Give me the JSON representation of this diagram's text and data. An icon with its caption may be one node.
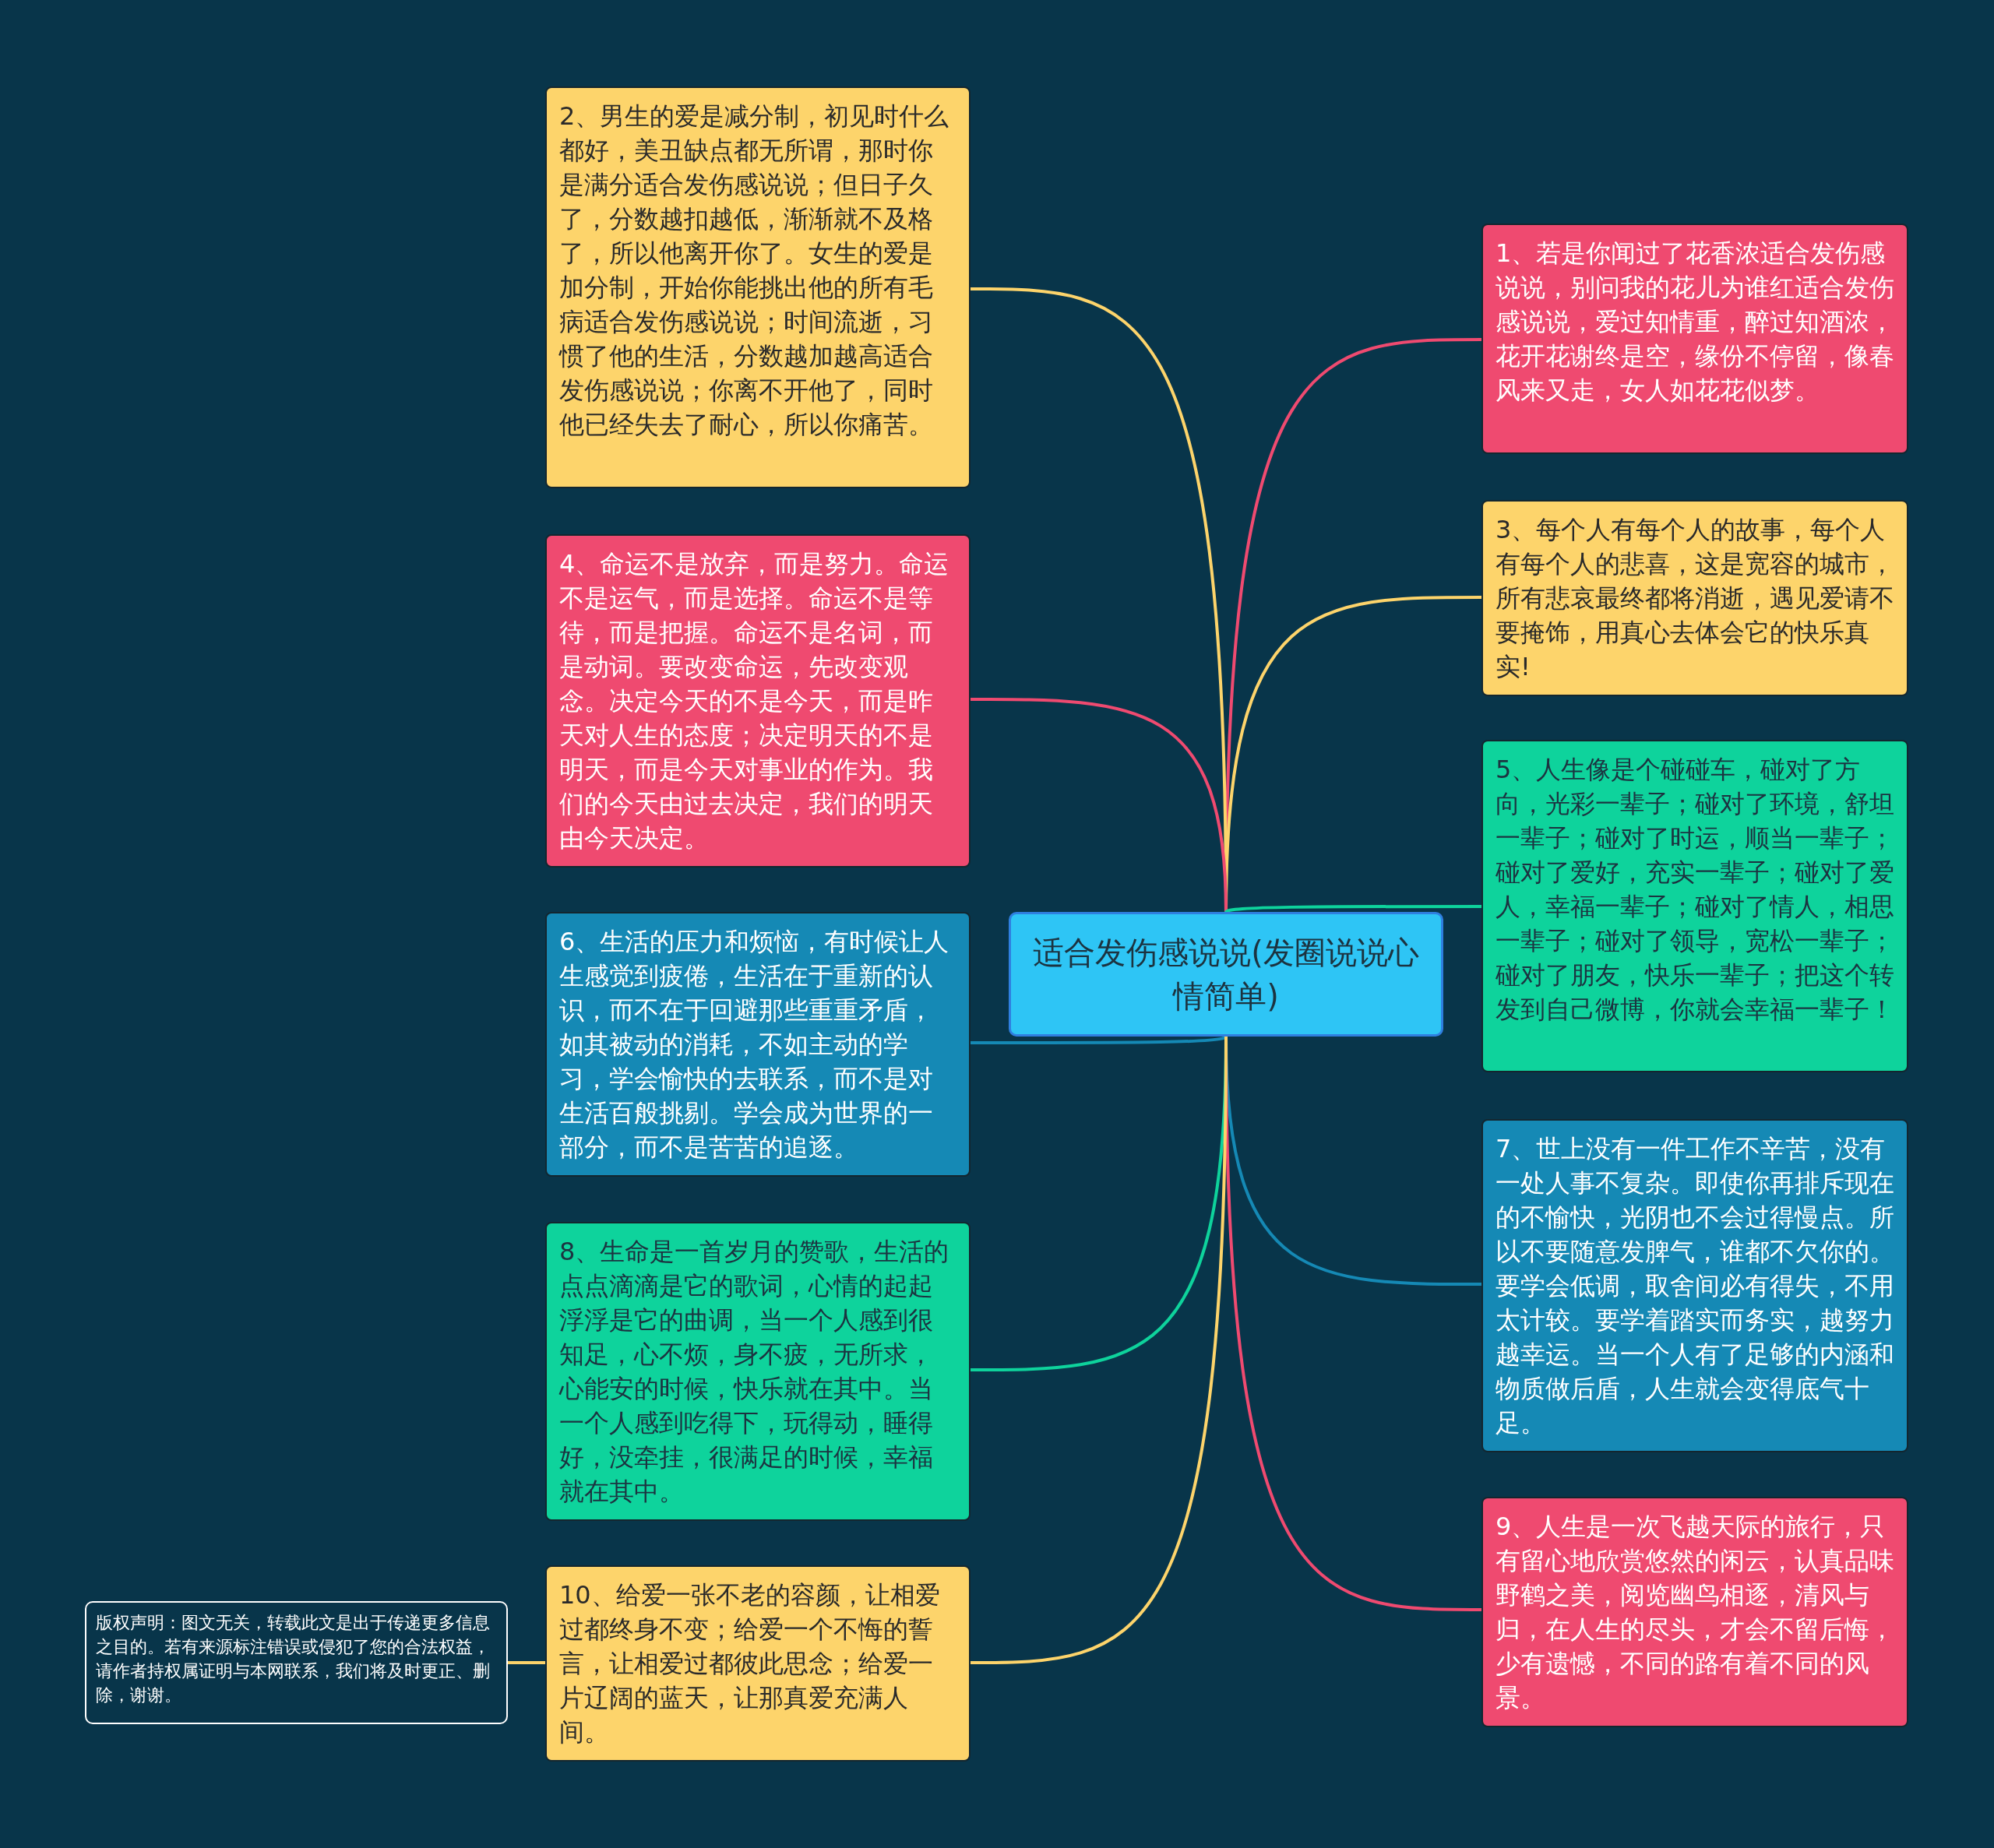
{
  "diagram": {
    "nodes": [
      {
        "text": [
          "适合发伤感说说(发圈说说心情简单)"
        ]
      },
      {
        "text": [
          "1、若是你闻过了花香浓适合发伤感说说，别问我的花儿为谁红适合发伤感说说，爱过知情重，醉过知酒浓，花开花谢终是空，缘份不停留，像春风来又走，女人如花花似梦。"
        ]
      },
      {
        "text": [
          "2、男生的爱是减分制，初见时什么都好，美丑缺点都无所谓，那时你是满分适合发伤感说说；但日子久了，分数越扣越低，渐渐就不及格了，所以他离开你了。女生的爱是加分制，开始你能挑出他的所有毛病适合发伤感说说；时间流逝，习惯了他的生活，分数越加越高适合发伤感说说；你离不开他了，同时他已经失去了耐心，所以你痛苦。"
        ]
      },
      {
        "text": [
          "3、每个人有每个人的故事，每个人有每个人的悲喜，这是宽容的城市，所有悲哀最终都将消逝，遇见爱请不要掩饰，用真心去体会它的快乐真实!"
        ]
      },
      {
        "text": [
          "4、命运不是放弃，而是努力。命运不是运气，而是选择。命运不是等待，而是把握。命运不是名词，而是动词。要改变命运，先改变观念。决定今天的不是今天，而是昨天对人生的态度；决定明天的不是明天，而是今天对事业的作为。我们的今天由过去决定，我们的明天由今天决定。"
        ]
      },
      {
        "text": [
          "5、人生像是个碰碰车，碰对了方向，光彩一辈子；碰对了环境，舒坦一辈子；碰对了时运，顺当一辈子；碰对了爱好，充实一辈子；碰对了爱人，幸福一辈子；碰对了情人，相思一辈子；碰对了领导，宽松一辈子；碰对了朋友，快乐一辈子；把这个转发到自己微博，你就会幸福一辈子！"
        ]
      },
      {
        "text": [
          "6、生活的压力和烦恼，有时候让人生感觉到疲倦，生活在于重新的认识，而不在于回避那些重重矛盾，如其被动的消耗，不如主动的学习，学会愉快的去联系，而不是对生活百般挑剔。学会成为世界的一部分，而不是苦苦的追逐。"
        ]
      },
      {
        "text": [
          "7、世上没有一件工作不辛苦，没有一处人事不复杂。即使你再排斥现在的不愉快，光阴也不会过得慢点。所以不要随意发脾气，谁都不欠你的。要学会低调，取舍间必有得失，不用太计较。要学着踏实而务实，越努力越幸运。当一个人有了足够的内涵和物质做后盾，人生就会变得底气十足。"
        ]
      },
      {
        "text": [
          "8、生命是一首岁月的赞歌，生活的点点滴滴是它的歌词，心情的起起浮浮是它的曲调，当一个人感到很知足，心不烦，身不疲，无所求，心能安的时候，快乐就在其中。当一个人感到吃得下，玩得动，睡得好，没牵挂，很满足的时候，幸福就在其中。"
        ]
      },
      {
        "text": [
          "9、人生是一次飞越天际的旅行，只有留心地欣赏悠然的闲云，认真品味野鹤之美，阅览幽鸟相逐，清风与归，在人生的尽头，才会不留后悔，少有遗憾，不同的路有着不同的风景。"
        ]
      },
      {
        "text": [
          "10、给爱一张不老的容颜，让相爱过都终身不变；给爱一个不悔的誓言，让相爱过都彼此思念；给爱一片辽阔的蓝天，让那真爱充满人间。"
        ]
      },
      {
        "text": [
          "版权声明：图文无关，转载此文是出于传递更多信息之目的。若有来源标注错误或侵犯了您的合法权益，请作者持权属证明与本网联系，我们将及时更正、删除，谢谢。"
        ]
      }
    ],
    "edges": [
      {
        "from": 0,
        "to": 1,
        "arrow": "none",
        "color": "#ef4a70"
      },
      {
        "from": 0,
        "to": 2,
        "arrow": "none",
        "color": "#fdd46b"
      },
      {
        "from": 0,
        "to": 3,
        "arrow": "none",
        "color": "#fdd46b"
      },
      {
        "from": 0,
        "to": 4,
        "arrow": "none",
        "color": "#ef4a70"
      },
      {
        "from": 0,
        "to": 5,
        "arrow": "none",
        "color": "#0ed39c"
      },
      {
        "from": 0,
        "to": 6,
        "arrow": "none",
        "color": "#1589b5"
      },
      {
        "from": 0,
        "to": 7,
        "arrow": "none",
        "color": "#1589b5"
      },
      {
        "from": 0,
        "to": 8,
        "arrow": "none",
        "color": "#0ed39c"
      },
      {
        "from": 0,
        "to": 9,
        "arrow": "none",
        "color": "#ef4a70"
      },
      {
        "from": 0,
        "to": 10,
        "arrow": "none",
        "color": "#fdd46b"
      },
      {
        "from": 10,
        "to": 11,
        "arrow": "none",
        "color": "#fdd46b"
      }
    ]
  }
}
